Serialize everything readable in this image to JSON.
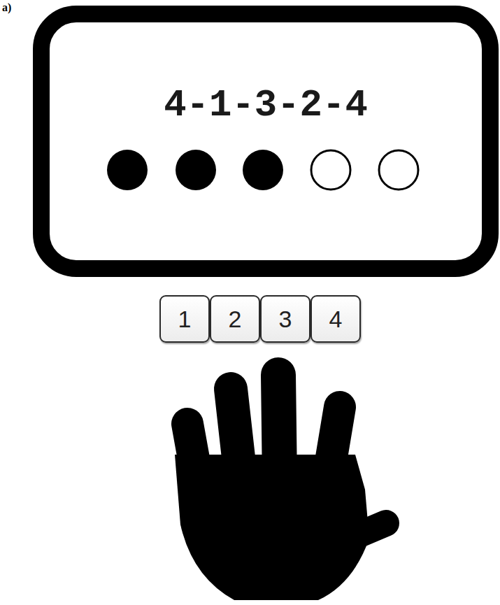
{
  "diagram": {
    "nodes": [
      {
        "text": [
          "4-1-3-2-4"
        ]
      },
      {
        "text": [
          "1"
        ]
      },
      {
        "text": [
          "2"
        ]
      },
      {
        "text": [
          "3"
        ]
      },
      {
        "text": [
          "4"
        ]
      }
    ],
    "labels": [
      "a)"
    ]
  }
}
